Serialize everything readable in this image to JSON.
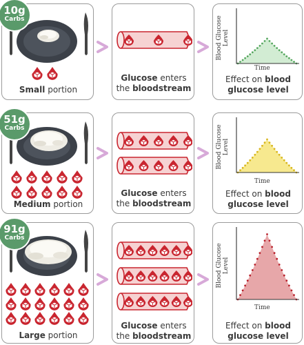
{
  "rows": [
    {
      "carb_amount": "10g",
      "carb_unit": "Carbs",
      "portion_size": "Small",
      "portion_word": "portion",
      "glucose_drops": 2,
      "vessels": 1,
      "cubes_per_vessel": 3,
      "curve_color": "#8fcf97",
      "curve_fill": "#d2ecd3",
      "curve_dots": "#58a861",
      "curve_peak": 0.45
    },
    {
      "carb_amount": "51g",
      "carb_unit": "Carbs",
      "portion_size": "Medium",
      "portion_word": "portion",
      "glucose_drops": 10,
      "vessels": 2,
      "cubes_per_vessel": 5,
      "curve_color": "#f0d85a",
      "curve_fill": "#f7e98f",
      "curve_dots": "#d8b720",
      "curve_peak": 0.6
    },
    {
      "carb_amount": "91g",
      "carb_unit": "Carbs",
      "portion_size": "Large",
      "portion_word": "portion",
      "glucose_drops": 18,
      "vessels": 3,
      "cubes_per_vessel": 6,
      "curve_color": "#d98085",
      "curve_fill": "#e7a7a9",
      "curve_dots": "#b8222c",
      "curve_peak": 0.9
    }
  ],
  "vessel_caption": {
    "glucose": "Glucose",
    "enters": "enters",
    "the": "the",
    "bloodstream": "bloodstream"
  },
  "graph_caption": {
    "effect": "Effect on",
    "blood": "blood",
    "glucose_level": "glucose level"
  },
  "graph_axes": {
    "ylabel_line1": "Blood Glucose",
    "ylabel_line2": "Level",
    "xlabel": "Time"
  },
  "colors": {
    "badge": "#5a9a6a",
    "arrow": "#d7a9d8",
    "blood_red": "#c9252f",
    "vessel_fill": "#f6d2d2",
    "plate": "#4a5059"
  },
  "icons": [
    "fork-icon",
    "knife-icon",
    "plate-icon",
    "rice-icon",
    "glucose-drop-icon",
    "glucose-cube-icon",
    "blood-vessel-icon",
    "arrow-right-icon"
  ]
}
